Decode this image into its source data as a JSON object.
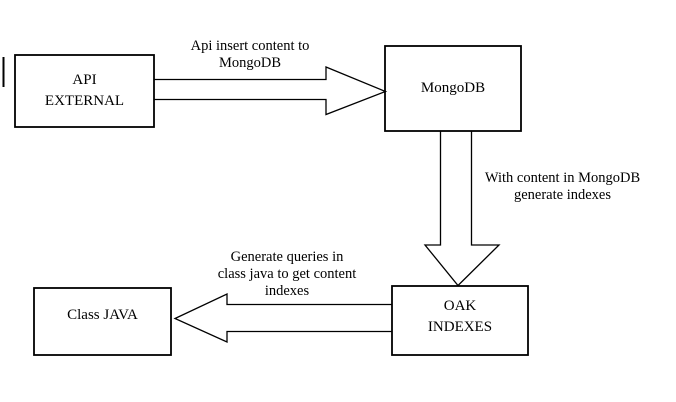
{
  "diagram": {
    "title": "Content indexing flow diagram",
    "colors": {
      "background": "#ffffff",
      "line": "#000000",
      "text": "#000000"
    },
    "nodes": [
      {
        "id": "api-external",
        "label": "API\nEXTERNAL"
      },
      {
        "id": "mongodb",
        "label": "MongoDB"
      },
      {
        "id": "oak-indexes",
        "label": "OAK\nINDEXES"
      },
      {
        "id": "class-java",
        "label": "Class JAVA"
      }
    ],
    "edges": [
      {
        "from": "api-external",
        "to": "mongodb",
        "direction": "right",
        "label": "Api insert content to\nMongoDB"
      },
      {
        "from": "mongodb",
        "to": "oak-indexes",
        "direction": "down",
        "label": "With content in MongoDB\ngenerate indexes"
      },
      {
        "from": "oak-indexes",
        "to": "class-java",
        "direction": "left",
        "label": "Generate queries in\nclass java to get content\nindexes"
      }
    ]
  }
}
